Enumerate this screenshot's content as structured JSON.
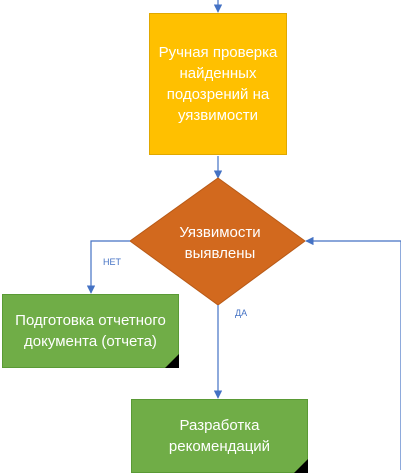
{
  "nodes": {
    "manual_check": "Ручная проверка\nнайденных\nподозрений на\nуязвимости",
    "decision": "Уязвимости\nвыявлены",
    "report": "Подготовка отчетного\nдокумента (отчета)",
    "recommendations": "Разработка\nрекомендаций"
  },
  "edges": {
    "no_label": "НЕТ",
    "yes_label": "ДА"
  },
  "colors": {
    "process_yellow": "#ffc000",
    "decision_orange": "#d2691e",
    "process_green": "#70ad47",
    "arrow_blue": "#4472c4"
  }
}
